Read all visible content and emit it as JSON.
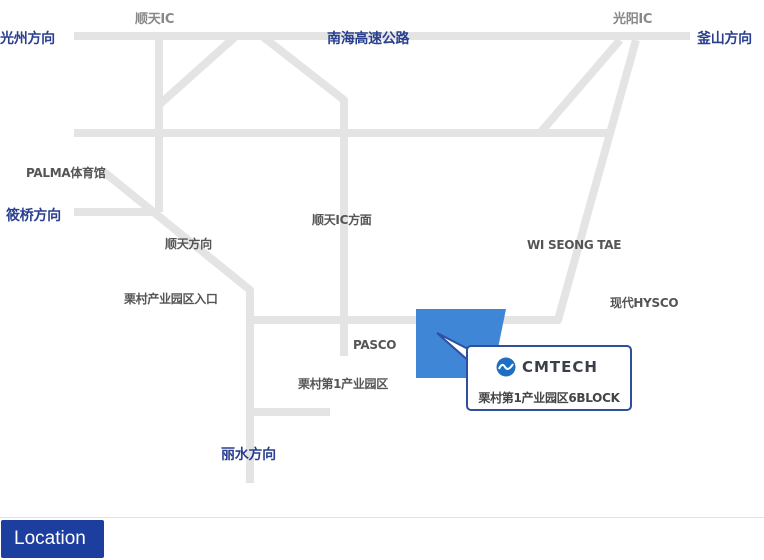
{
  "map": {
    "ic_labels": {
      "shuntian_ic": "顺天IC",
      "guangyang_ic": "光阳IC"
    },
    "directions": {
      "gwangju": "光州方向",
      "busan": "釜山方向",
      "beolgyo": "筱桥方向",
      "yeosu": "丽水方向"
    },
    "highway": "南海高速公路",
    "places": {
      "palma": "PALMA体育馆",
      "shuntian_ic_direction": "顺天IC方面",
      "shuntian_direction": "顺天方向",
      "yulchon_entrance": "栗村产业园区入口",
      "wi_seong_tae": "WI SEONG TAE",
      "hyundai_hysco": "现代HYSCO",
      "pasco": "PASCO",
      "yulchon_1": "栗村第1产业园区"
    },
    "callout": {
      "logo_text": "CMTECH",
      "address": "栗村第1产业园区6BLOCK"
    },
    "colors": {
      "road": "#e4e4e4",
      "site": "#3f87d6",
      "callout_border": "#2e4f9e",
      "accent": "#1c3e9e"
    }
  },
  "footer": {
    "tab_label": "Location"
  }
}
